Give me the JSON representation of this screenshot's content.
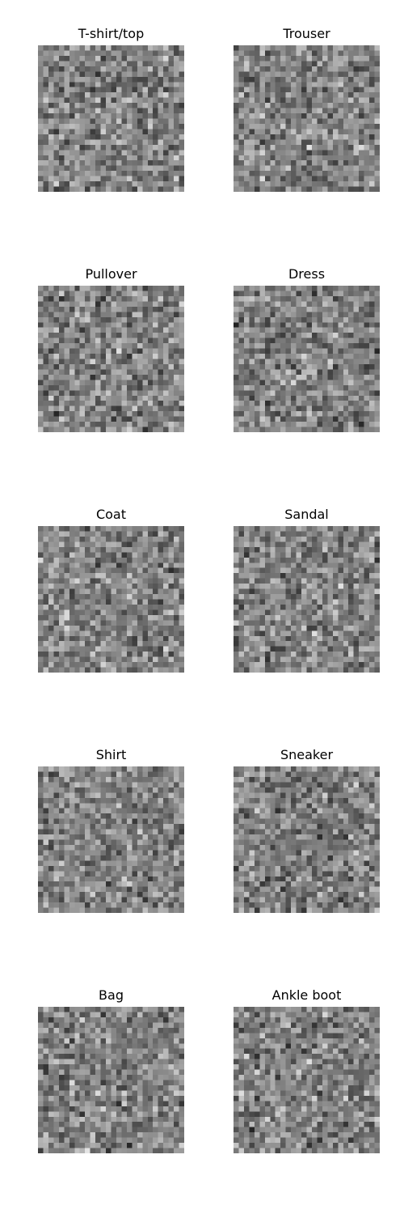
{
  "figure": {
    "panels": [
      {
        "title": "T-shirt/top"
      },
      {
        "title": "Trouser"
      },
      {
        "title": "Pullover"
      },
      {
        "title": "Dress"
      },
      {
        "title": "Coat"
      },
      {
        "title": "Sandal"
      },
      {
        "title": "Shirt"
      },
      {
        "title": "Sneaker"
      },
      {
        "title": "Bag"
      },
      {
        "title": "Ankle boot"
      }
    ],
    "image_style": "grayscale random-noise pixel grid"
  }
}
